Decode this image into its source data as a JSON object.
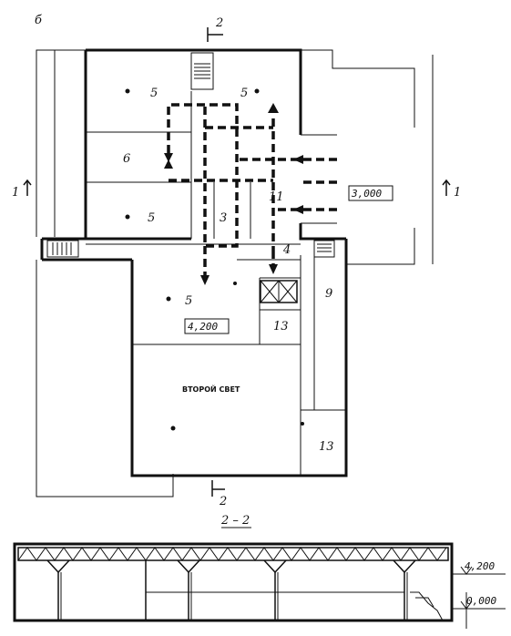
{
  "sheet_letter": "б",
  "section_cut": {
    "top_label": "2",
    "bottom_label": "2",
    "side_label_left": "1",
    "side_label_right": "1"
  },
  "section_title": "2 – 2",
  "rooms": [
    {
      "id": "r5a",
      "label": "5"
    },
    {
      "id": "r5b",
      "label": "5"
    },
    {
      "id": "r6",
      "label": "6"
    },
    {
      "id": "r5c",
      "label": "5"
    },
    {
      "id": "r3",
      "label": "3"
    },
    {
      "id": "r11",
      "label": "11"
    },
    {
      "id": "r4",
      "label": "4"
    },
    {
      "id": "r9",
      "label": "9"
    },
    {
      "id": "r5d",
      "label": "5"
    },
    {
      "id": "r13a",
      "label": "13"
    },
    {
      "id": "r13b",
      "label": "13"
    }
  ],
  "second_light_label": "ВТОРОЙ СВЕТ",
  "level_marks": {
    "plan_upper": "4,200",
    "plan_entry": "3,000"
  },
  "elevation_marks": {
    "top": "4,200",
    "ground": "0,000"
  }
}
